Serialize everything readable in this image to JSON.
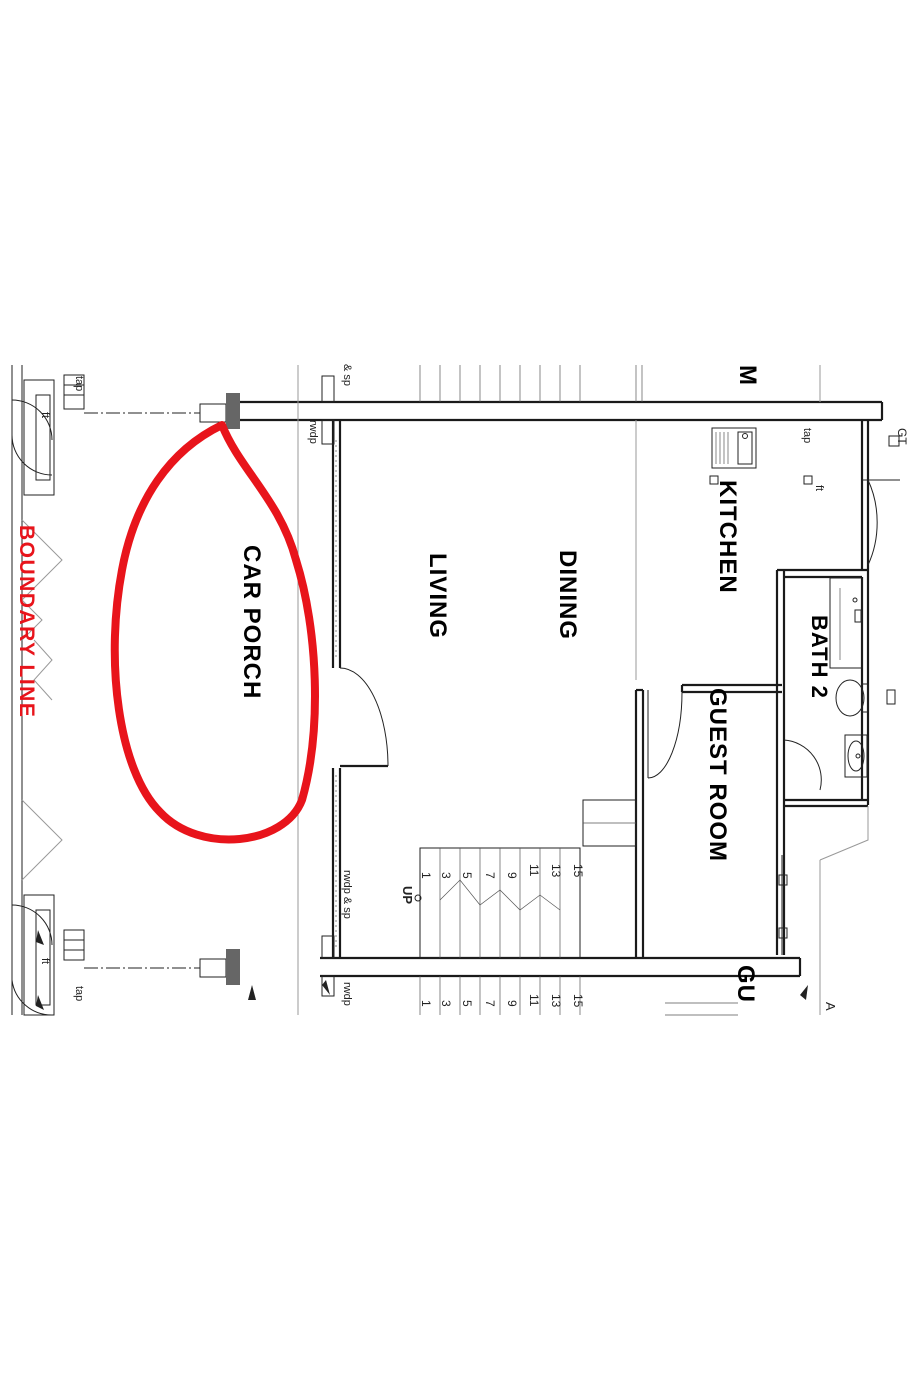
{
  "rooms": {
    "car_porch": "CAR PORCH",
    "living": "LIVING",
    "dining": "DINING",
    "kitchen": "KITCHEN",
    "bath2": "BATH 2",
    "guest_room": "GUEST ROOM",
    "cut_label": "GU"
  },
  "boundary_line": "BOUNDARY LINE",
  "notes": {
    "rwdp": "rwdp",
    "rwdp_sp": "rwdp & sp",
    "sp": "& sp",
    "tap": "tap",
    "ft": "ft",
    "gt": "GT",
    "up": "UP",
    "a": "A"
  },
  "stair_numbers": [
    "1",
    "3",
    "5",
    "7",
    "9",
    "11",
    "13",
    "15"
  ],
  "colors": {
    "highlight": "#e8141b",
    "boundary_text": "#e8141b",
    "lines": "#1a1a1a",
    "pillar": "#666666"
  }
}
